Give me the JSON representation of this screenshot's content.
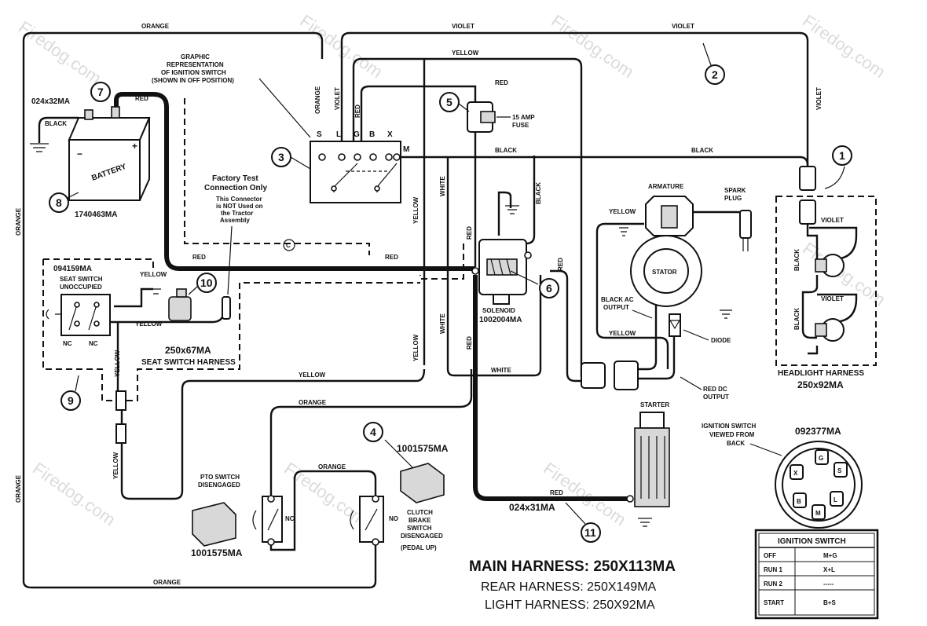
{
  "watermark": {
    "text": "Firedog.com",
    "symbol": "©"
  },
  "wire_labels": {
    "orange_top": "ORANGE",
    "violet_top": "VIOLET",
    "violet_top_right": "VIOLET",
    "yellow_top": "YELLOW",
    "red_top": "RED",
    "orange_left_upper": "ORANGE",
    "orange_left_lower": "ORANGE",
    "orange_bottom": "ORANGE",
    "orange_mid": "ORANGE",
    "orange_switch": "ORANGE",
    "orange_vertical": "ORANGE",
    "violet_vertical": "VIOLET",
    "violet_right": "VIOLET",
    "red_vertical": "RED",
    "black_battery": "BLACK",
    "red_battery": "RED",
    "black_main": "BLACK",
    "black_right": "BLACK",
    "black_vertical": "BLACK",
    "red_main_left": "RED",
    "red_main_right": "RED",
    "red_solenoid": "RED",
    "red_solenoid_low": "RED",
    "red_starter": "RED",
    "red_right": "RED",
    "white_upper": "WHITE",
    "white_lower": "WHITE",
    "white_horizontal": "WHITE",
    "yellow_vertical_upper": "YELLOW",
    "yellow_vertical_lower": "YELLOW",
    "yellow_seat": "YELLOW",
    "yellow_seat_top": "YELLOW",
    "yellow_seat_vertical": "YELLOW",
    "yellow_long": "YELLOW",
    "yellow_bottom_left": "YELLOW",
    "yellow_engine": "YELLOW",
    "yellow_engine_lower": "YELLOW",
    "black_headlight_1": "BLACK",
    "black_headlight_2": "BLACK",
    "violet_headlight_1": "VIOLET",
    "violet_headlight_2": "VIOLET"
  },
  "ignition_graphic": {
    "title_line1": "GRAPHIC",
    "title_line2": "REPRESENTATION",
    "title_line3": "OF IGNITION SWITCH",
    "title_line4": "(SHOWN IN OFF POSITION)",
    "terminals": [
      "S",
      "L",
      "G",
      "B",
      "X"
    ],
    "terminal_m": "M"
  },
  "battery": {
    "label": "BATTERY",
    "part_top": "024x32MA",
    "part_bottom": "1740463MA"
  },
  "factory_test": {
    "line1": "Factory Test",
    "line2": "Connection Only",
    "note1": "This Connector",
    "note2": "is NOT Used on",
    "note3": "the Tractor",
    "note4": "Assembly"
  },
  "seat_switch": {
    "part": "094159MA",
    "line1": "SEAT SWITCH",
    "line2": "UNOCCUPIED",
    "nc1": "NC",
    "nc2": "NC",
    "harness_part": "250x67MA",
    "harness_label": "SEAT SWITCH HARNESS"
  },
  "fuse": {
    "line1": "15 AMP",
    "line2": "FUSE"
  },
  "solenoid": {
    "label": "SOLENOID",
    "part": "1002004MA"
  },
  "engine": {
    "armature": "ARMATURE",
    "spark_line1": "SPARK",
    "spark_line2": "PLUG",
    "stator": "STATOR",
    "black_ac1": "BLACK AC",
    "black_ac2": "OUTPUT",
    "diode": "DIODE",
    "red_dc1": "RED DC",
    "red_dc2": "OUTPUT",
    "starter": "STARTER"
  },
  "headlight": {
    "label": "HEADLIGHT HARNESS",
    "part": "250x92MA"
  },
  "pto": {
    "line1": "PTO SWITCH",
    "line2": "DISENGAGED",
    "nc": "NC",
    "part": "1001575MA"
  },
  "clutch": {
    "no": "NO",
    "line1": "CLUTCH",
    "line2": "BRAKE",
    "line3": "SWITCH",
    "line4": "DISENGAGED",
    "line5": "(PEDAL UP)",
    "part": "1001575MA"
  },
  "starter_cable": {
    "part": "024x31MA"
  },
  "ignition_back": {
    "line1": "IGNITION SWITCH",
    "line2": "VIEWED FROM",
    "line3": "BACK",
    "part": "092377MA",
    "terminals": [
      "G",
      "X",
      "S",
      "B",
      "L",
      "M"
    ]
  },
  "ignition_table": {
    "title": "IGNITION SWITCH",
    "rows": [
      {
        "pos": "OFF",
        "conn": "M+G"
      },
      {
        "pos": "RUN 1",
        "conn": "X+L"
      },
      {
        "pos": "RUN 2",
        "conn": "-----"
      },
      {
        "pos": "START",
        "conn": "B+S"
      }
    ]
  },
  "harness_titles": {
    "main": "MAIN HARNESS: 250X113MA",
    "rear": "REAR HARNESS: 250X149MA",
    "light": "LIGHT HARNESS: 250X92MA"
  },
  "callouts": [
    "1",
    "2",
    "3",
    "4",
    "5",
    "6",
    "7",
    "8",
    "9",
    "10",
    "11"
  ]
}
